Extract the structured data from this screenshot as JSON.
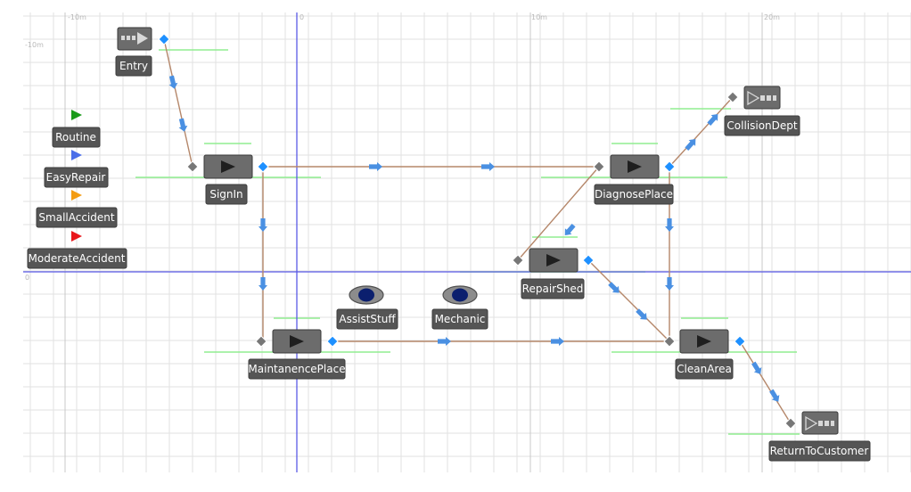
{
  "ruler": {
    "top": [
      "-10m",
      "0",
      "10m",
      "20m"
    ],
    "left": [
      "-10m",
      "0"
    ]
  },
  "colors": {
    "grid": "#e2e2e2",
    "major_grid": "#c8c8c8",
    "axis": "#5a5ae6",
    "connector": "#b5876a",
    "port_out": "#1e90ff",
    "port_in": "#777777",
    "flow_arrow": "#4a90e2",
    "highlight_line": "#90ee90",
    "label_bg": "#555555"
  },
  "nodes": [
    {
      "id": "entry",
      "label": "Entry",
      "kind": "source"
    },
    {
      "id": "signin",
      "label": "SignIn",
      "kind": "process"
    },
    {
      "id": "diagnose",
      "label": "DiagnosePlace",
      "kind": "process"
    },
    {
      "id": "collision",
      "label": "CollisionDept",
      "kind": "sink"
    },
    {
      "id": "repairshed",
      "label": "RepairShed",
      "kind": "process"
    },
    {
      "id": "maintanence",
      "label": "MaintanencePlace",
      "kind": "process"
    },
    {
      "id": "cleanarea",
      "label": "CleanArea",
      "kind": "process"
    },
    {
      "id": "returntocustomer",
      "label": "ReturnToCustomer",
      "kind": "sink"
    }
  ],
  "resources": [
    {
      "id": "assiststuff",
      "label": "AssistStuff",
      "icon": "eye-icon"
    },
    {
      "id": "mechanic",
      "label": "Mechanic",
      "icon": "eye-icon"
    }
  ],
  "entity_types": [
    {
      "label": "Routine",
      "color": "#1a9a1a"
    },
    {
      "label": "EasyRepair",
      "color": "#4a6ee8"
    },
    {
      "label": "SmallAccident",
      "color": "#f39c12"
    },
    {
      "label": "ModerateAccident",
      "color": "#e8161a"
    }
  ],
  "links": [
    {
      "from": "entry",
      "to": "signin"
    },
    {
      "from": "signin",
      "to": "diagnose"
    },
    {
      "from": "signin",
      "to": "maintanence"
    },
    {
      "from": "diagnose",
      "to": "collision"
    },
    {
      "from": "diagnose",
      "to": "repairshed"
    },
    {
      "from": "diagnose",
      "to": "cleanarea"
    },
    {
      "from": "repairshed",
      "to": "cleanarea"
    },
    {
      "from": "maintanence",
      "to": "cleanarea"
    },
    {
      "from": "cleanarea",
      "to": "returntocustomer"
    }
  ]
}
